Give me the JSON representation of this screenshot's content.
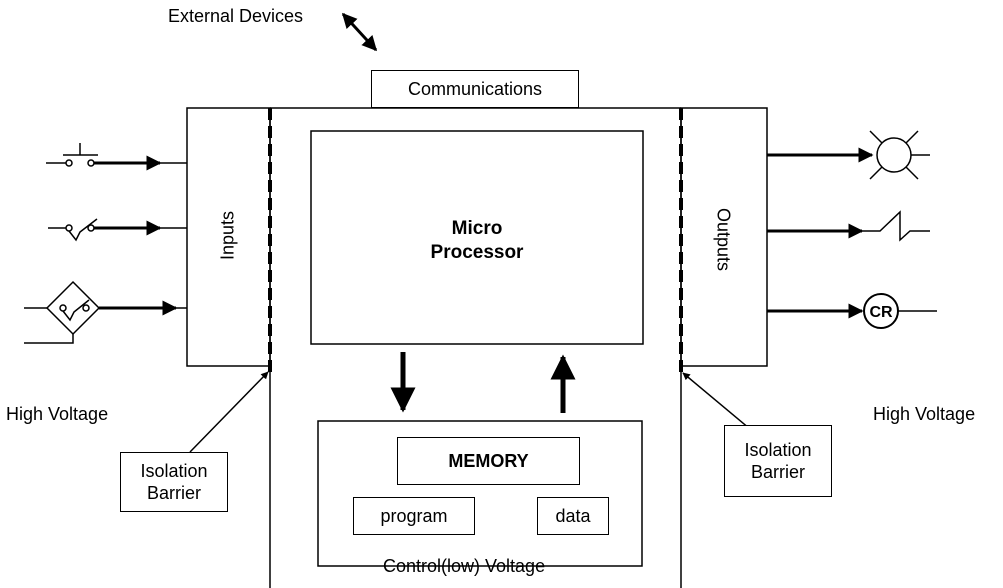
{
  "labels": {
    "external_devices": "External Devices",
    "communications": "Communications",
    "inputs": "Inputs",
    "outputs": "Outputs",
    "micro_processor_line1": "Micro",
    "micro_processor_line2": "Processor",
    "memory": "MEMORY",
    "program": "program",
    "data": "data",
    "control_voltage": "Control(low) Voltage",
    "high_voltage_left": "High Voltage",
    "high_voltage_right": "High Voltage",
    "isolation_barrier_left": "Isolation Barrier",
    "isolation_barrier_right": "Isolation Barrier",
    "coil_symbol": "CR"
  }
}
